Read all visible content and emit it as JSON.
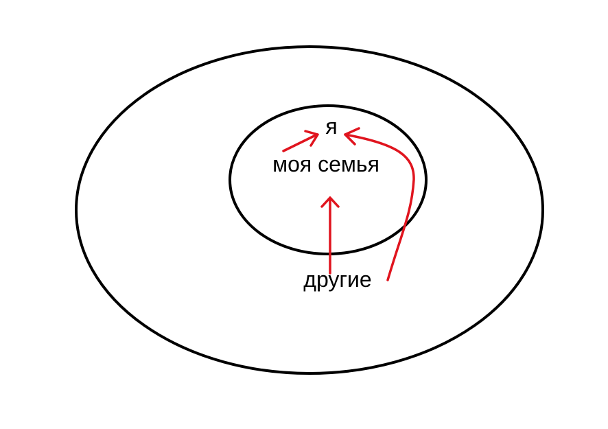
{
  "diagram": {
    "labels": {
      "self": "я",
      "family": "моя семья",
      "others": "другие"
    },
    "colors": {
      "outline": "#000000",
      "arrow": "#e0141e",
      "background": "#ffffff"
    }
  }
}
